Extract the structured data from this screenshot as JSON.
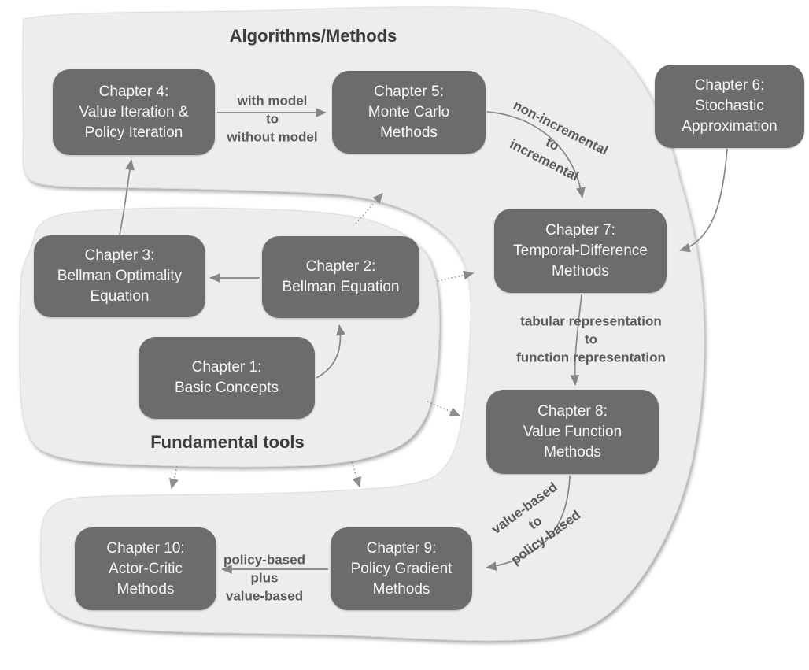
{
  "diagram": {
    "regions": [
      {
        "id": "algorithms",
        "label": "Algorithms/Methods"
      },
      {
        "id": "fundamental",
        "label": "Fundamental tools"
      }
    ],
    "chapters": [
      {
        "id": "ch1",
        "label": "Chapter 1:\nBasic Concepts"
      },
      {
        "id": "ch2",
        "label": "Chapter 2:\nBellman Equation"
      },
      {
        "id": "ch3",
        "label": "Chapter 3:\nBellman Optimality\nEquation"
      },
      {
        "id": "ch4",
        "label": "Chapter 4:\nValue Iteration &\nPolicy Iteration"
      },
      {
        "id": "ch5",
        "label": "Chapter 5:\nMonte Carlo\nMethods"
      },
      {
        "id": "ch6",
        "label": "Chapter 6:\nStochastic\nApproximation"
      },
      {
        "id": "ch7",
        "label": "Chapter 7:\nTemporal-Difference\nMethods"
      },
      {
        "id": "ch8",
        "label": "Chapter 8:\nValue Function\nMethods"
      },
      {
        "id": "ch9",
        "label": "Chapter 9:\nPolicy Gradient\nMethods"
      },
      {
        "id": "ch10",
        "label": "Chapter 10:\nActor-Critic\nMethods"
      }
    ],
    "edge_labels": [
      {
        "id": "model",
        "text": "with model\nto\nwithout model"
      },
      {
        "id": "incremental",
        "text": "non-incremental\nto\nincremental"
      },
      {
        "id": "representation",
        "text": "tabular representation\nto\nfunction representation"
      },
      {
        "id": "value_to_policy",
        "text": "value-based\nto\npolicy-based"
      },
      {
        "id": "policy_plus_value",
        "text": "policy-based\nplus\nvalue-based"
      }
    ],
    "colors": {
      "box_fill": "#6c6c6c",
      "box_text": "#f6f6f6",
      "region_fill": "#ededed",
      "label_text": "#595959",
      "title_text": "#3d3d3d",
      "arrow": "#868686"
    }
  }
}
